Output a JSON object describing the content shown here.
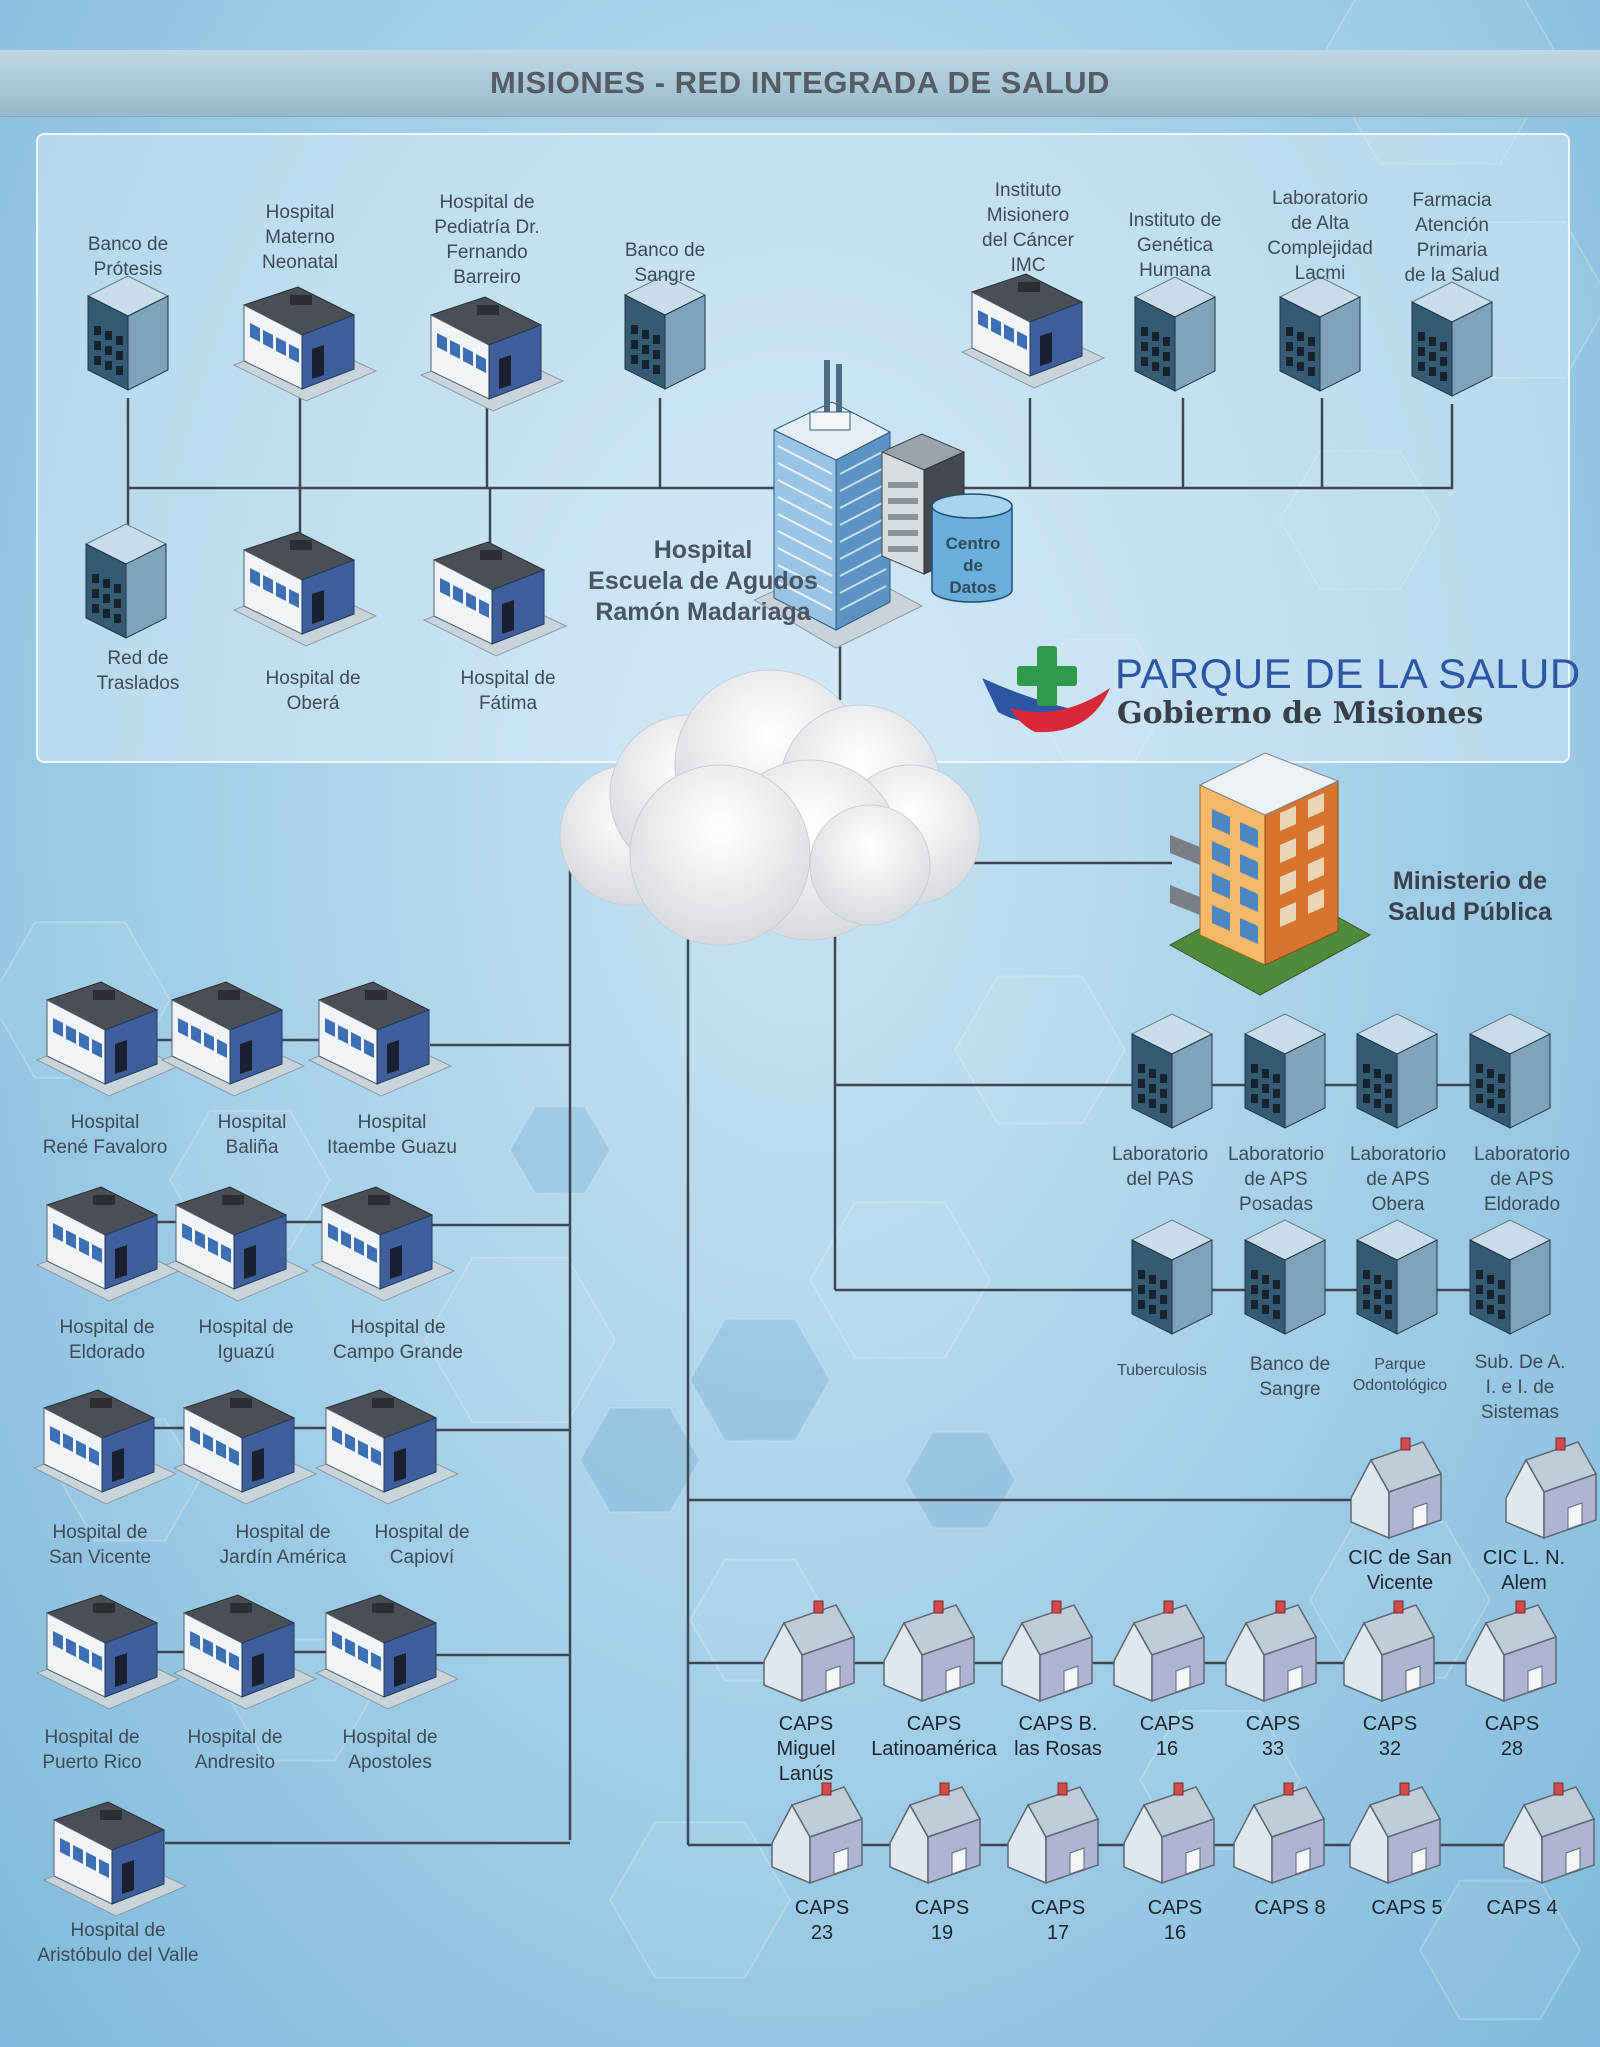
{
  "title": "MISIONES - RED INTEGRADA DE SALUD",
  "hub": {
    "label": [
      "Hospital",
      "Escuela de Agudos",
      "Ramón Madariaga"
    ],
    "database_label": [
      "Centro",
      "de",
      "Datos"
    ]
  },
  "logo": {
    "line1": "PARQUE DE LA SALUD",
    "line2": "Gobierno de Misiones",
    "colors": {
      "cross": "#2e9a4a",
      "blue": "#2c56a3",
      "red": "#d8283a"
    }
  },
  "ministry": {
    "label": [
      "Ministerio de",
      "Salud Pública"
    ]
  },
  "top_nodes": [
    {
      "label": [
        "Banco de",
        "Prótesis"
      ],
      "icon": "office-building-icon"
    },
    {
      "label": [
        "Hospital",
        "Materno",
        "Neonatal"
      ],
      "icon": "hospital-building-icon"
    },
    {
      "label": [
        "Hospital de",
        "Pediatría Dr.",
        "Fernando",
        "Barreiro"
      ],
      "icon": "hospital-building-icon"
    },
    {
      "label": [
        "Banco de",
        "Sangre"
      ],
      "icon": "office-building-icon"
    },
    {
      "label": [
        "Instituto",
        "Misionero",
        "del Cáncer",
        "IMC"
      ],
      "icon": "hospital-building-icon"
    },
    {
      "label": [
        "Instituto de",
        "Genética",
        "Humana"
      ],
      "icon": "office-building-icon"
    },
    {
      "label": [
        "Laboratorio",
        "de Alta",
        "Complejidad",
        "Lacmi"
      ],
      "icon": "office-building-icon"
    },
    {
      "label": [
        "Farmacia",
        "Atención",
        "Primaria",
        "de la Salud"
      ],
      "icon": "office-building-icon"
    },
    {
      "label": [
        "Red de",
        "Traslados"
      ],
      "icon": "office-building-icon"
    },
    {
      "label": [
        "Hospital de",
        "Oberá"
      ],
      "icon": "hospital-building-icon"
    },
    {
      "label": [
        "Hospital de",
        "Fátima"
      ],
      "icon": "hospital-building-icon"
    }
  ],
  "hospitals": [
    [
      "Hospital",
      "René Favaloro"
    ],
    [
      "Hospital",
      "Baliña"
    ],
    [
      "Hospital",
      "Itaembe Guazu"
    ],
    [
      "Hospital de",
      "Eldorado"
    ],
    [
      "Hospital de",
      "Iguazú"
    ],
    [
      "Hospital de",
      "Campo Grande"
    ],
    [
      "Hospital de",
      "San Vicente"
    ],
    [
      "Hospital de",
      "Jardín América"
    ],
    [
      "Hospital de",
      "Capioví"
    ],
    [
      "Hospital de",
      "Puerto Rico"
    ],
    [
      "Hospital de",
      "Andresito"
    ],
    [
      "Hospital de",
      "Apostoles"
    ],
    [
      "Hospital de",
      "Aristóbulo del Valle"
    ]
  ],
  "labs_row1": [
    [
      "Laboratorio",
      "del PAS"
    ],
    [
      "Laboratorio",
      "de APS",
      "Posadas"
    ],
    [
      "Laboratorio",
      "de APS",
      "Obera"
    ],
    [
      "Laboratorio",
      "de APS",
      "Eldorado"
    ]
  ],
  "labs_row2": [
    [
      "Tuberculosis"
    ],
    [
      "Banco de",
      "Sangre"
    ],
    [
      "Parque",
      "Odontológico"
    ],
    [
      "Sub. De A.",
      "I. e I. de",
      "Sistemas"
    ]
  ],
  "cics": [
    [
      "CIC de San",
      "Vicente"
    ],
    [
      "CIC L. N.",
      "Alem"
    ]
  ],
  "caps_row1": [
    [
      "CAPS",
      "Miguel",
      "Lanús"
    ],
    [
      "CAPS",
      "Latinoamérica"
    ],
    [
      "CAPS B.",
      "las Rosas"
    ],
    [
      "CAPS",
      "16"
    ],
    [
      "CAPS",
      "33"
    ],
    [
      "CAPS",
      "32"
    ],
    [
      "CAPS",
      "28"
    ]
  ],
  "caps_row2": [
    [
      "CAPS",
      "23"
    ],
    [
      "CAPS",
      "19"
    ],
    [
      "CAPS",
      "17"
    ],
    [
      "CAPS",
      "16"
    ],
    [
      "CAPS 8"
    ],
    [
      "CAPS 5"
    ],
    [
      "CAPS 4"
    ]
  ]
}
